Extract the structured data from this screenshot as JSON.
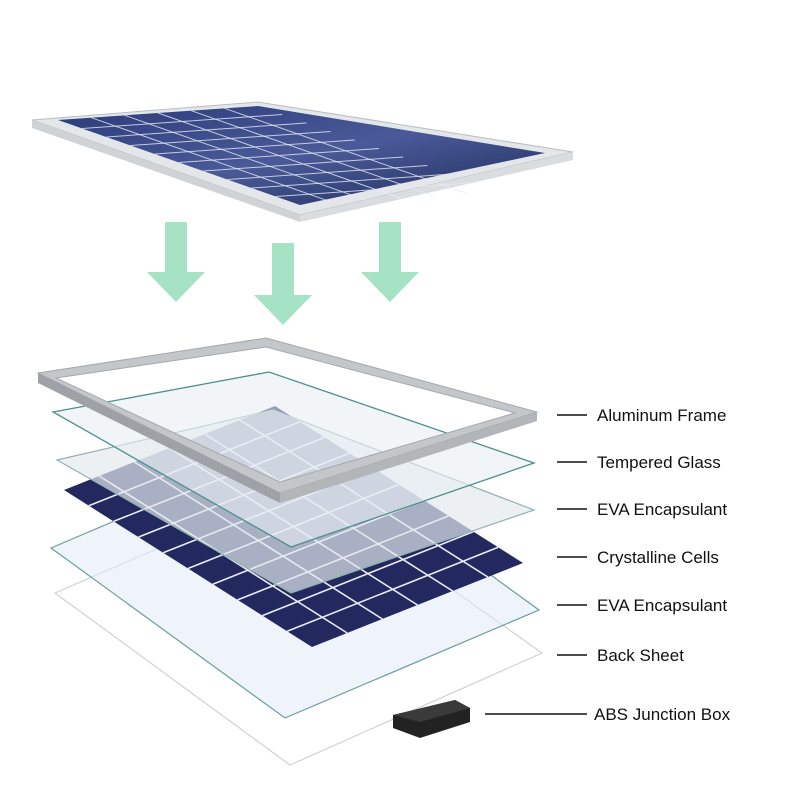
{
  "colors": {
    "arrow": "#a6e3c4",
    "cell": "#23285e",
    "frame": "#c9ccce",
    "glass_edge": "#5f9a98"
  },
  "labels": [
    "Aluminum Frame",
    "Tempered Glass",
    "EVA Encapsulant",
    "Crystalline Cells",
    "EVA Encapsulant",
    "Back Sheet",
    "ABS Junction Box"
  ]
}
